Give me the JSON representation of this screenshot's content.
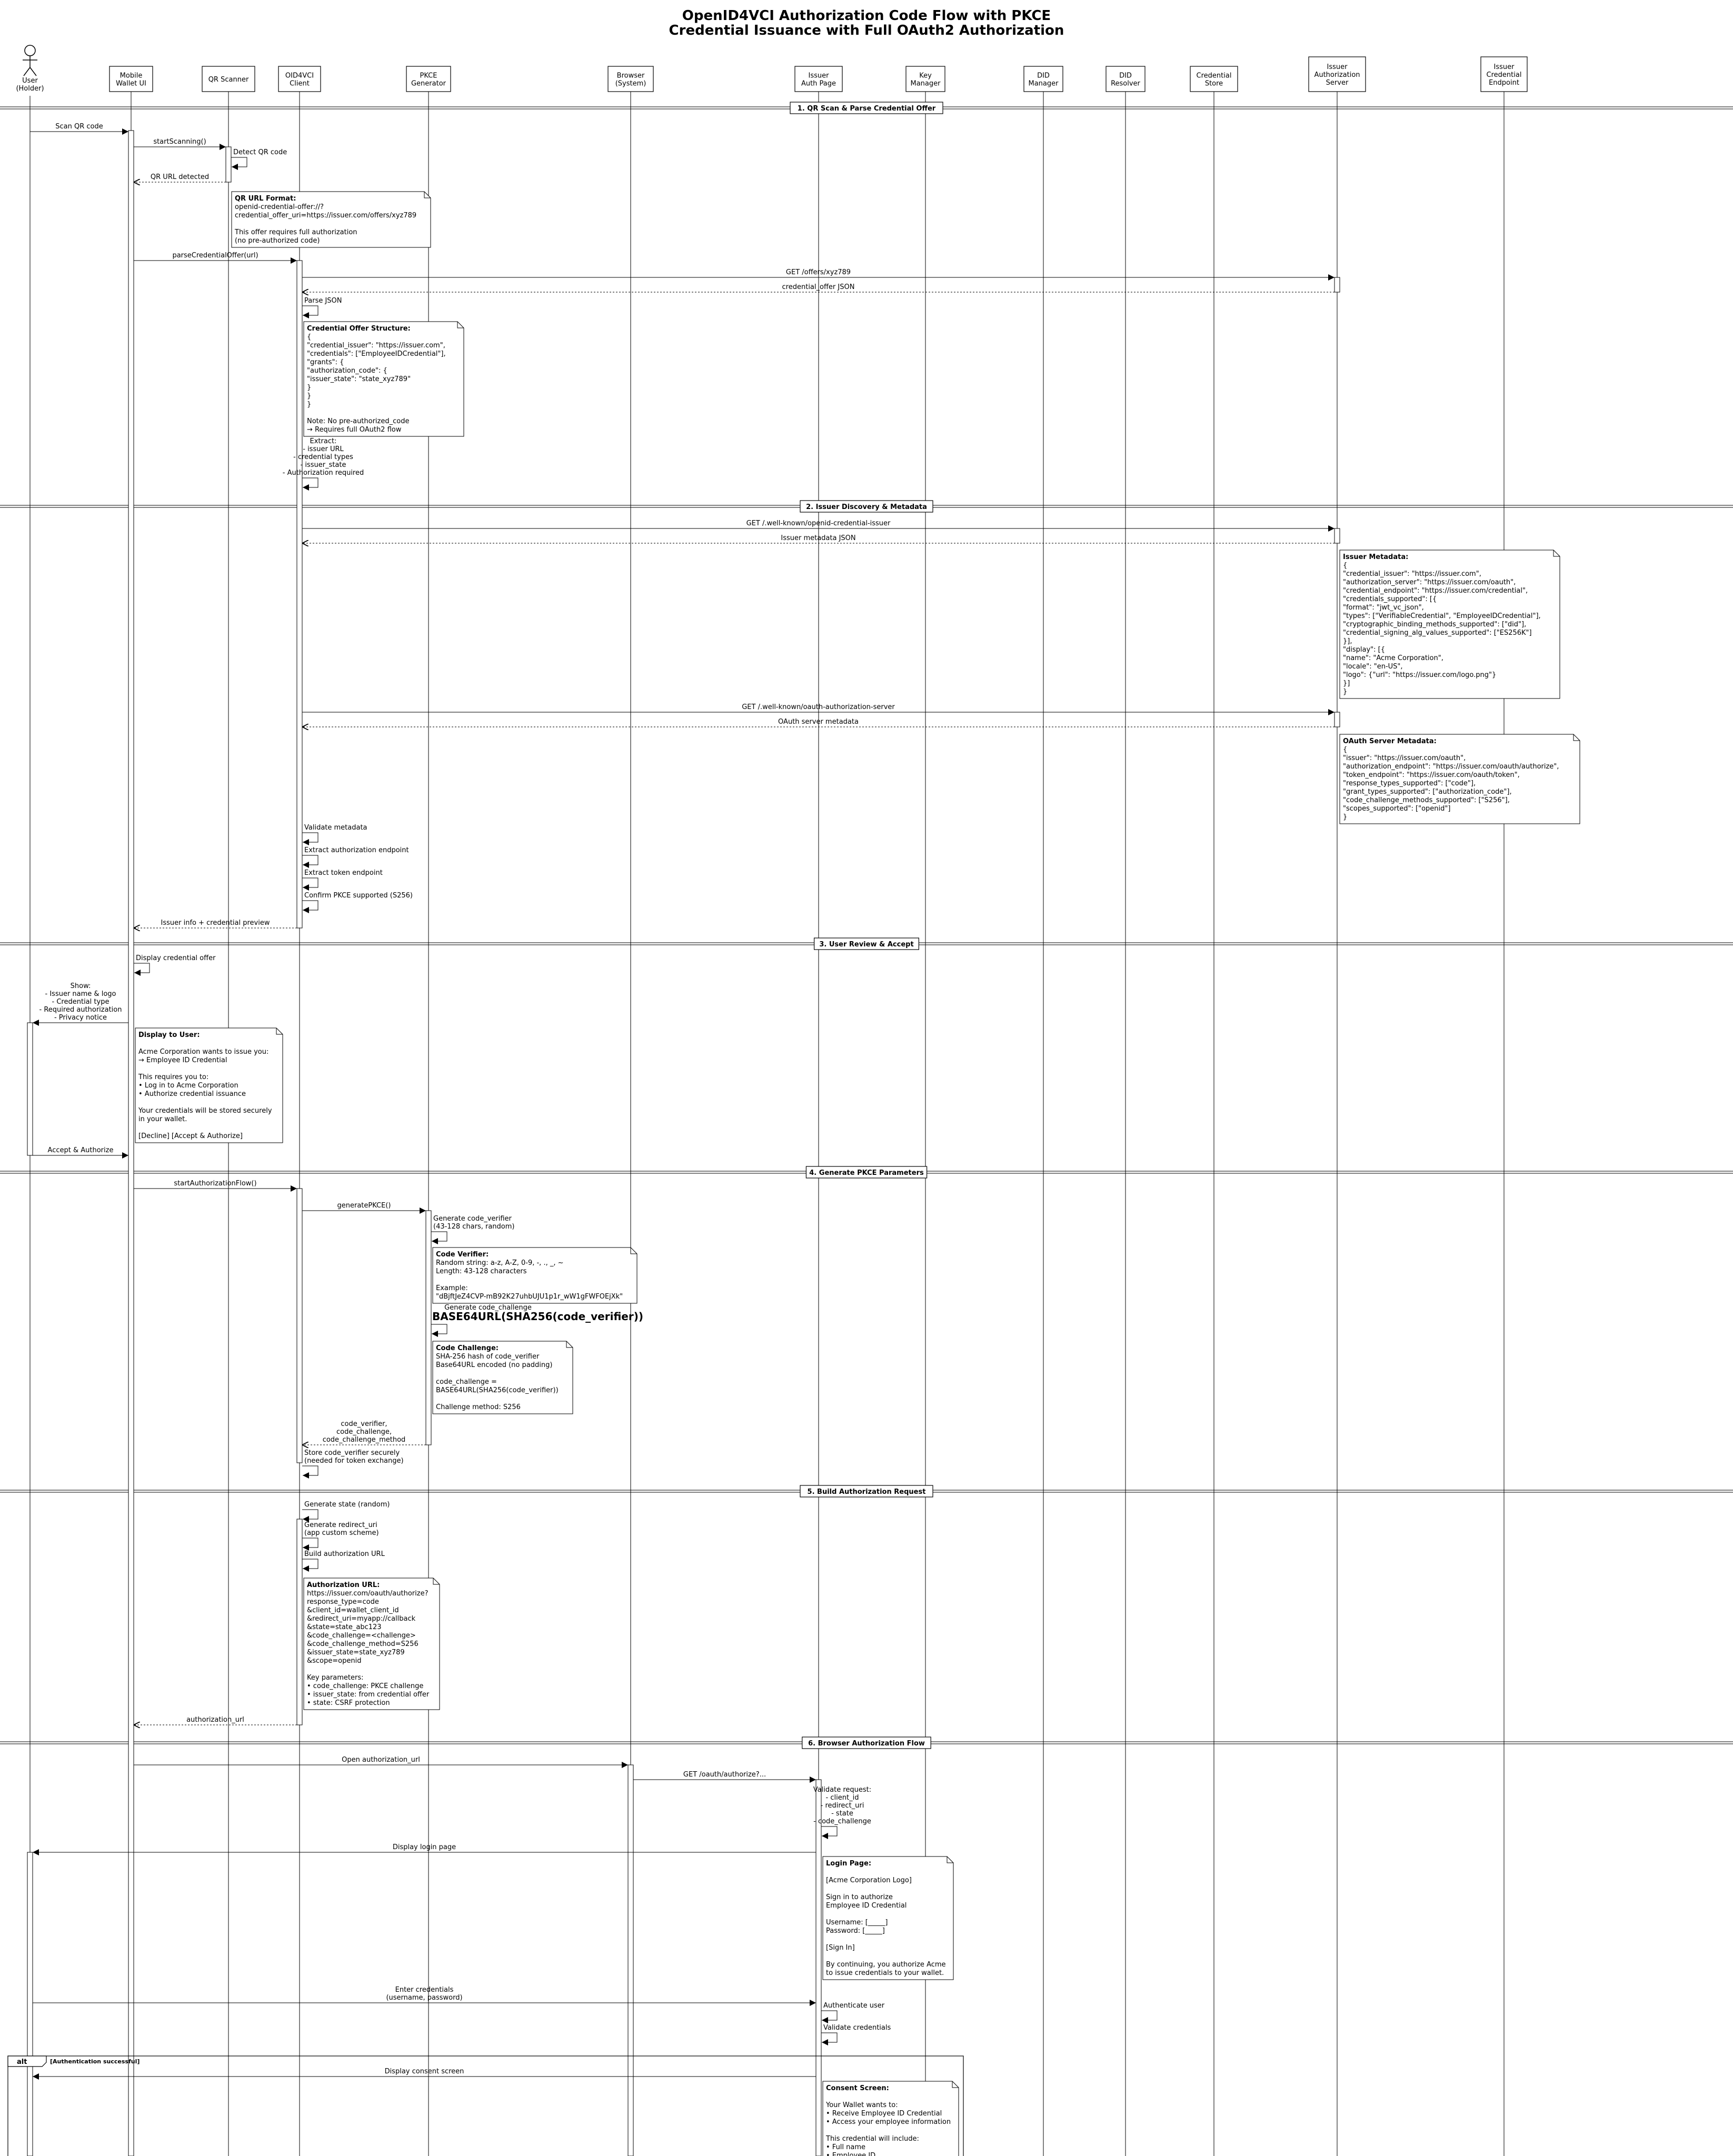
{
  "title": {
    "line1": "OpenID4VCI Authorization Code Flow with PKCE",
    "line2": "Credential Issuance with Full OAuth2 Authorization"
  },
  "participants": [
    {
      "id": "user",
      "type": "actor",
      "lines": [
        "User",
        "(Holder)"
      ]
    },
    {
      "id": "wallet",
      "lines": [
        "Mobile",
        "Wallet UI"
      ]
    },
    {
      "id": "qr",
      "lines": [
        "QR Scanner"
      ]
    },
    {
      "id": "client",
      "lines": [
        "OID4VCI",
        "Client"
      ]
    },
    {
      "id": "pkce",
      "lines": [
        "PKCE",
        "Generator"
      ]
    },
    {
      "id": "browser",
      "lines": [
        "Browser",
        "(System)"
      ]
    },
    {
      "id": "authpage",
      "lines": [
        "Issuer",
        "Auth Page"
      ]
    },
    {
      "id": "keymgr",
      "lines": [
        "Key",
        "Manager"
      ]
    },
    {
      "id": "didmgr",
      "lines": [
        "DID",
        "Manager"
      ]
    },
    {
      "id": "didres",
      "lines": [
        "DID",
        "Resolver"
      ]
    },
    {
      "id": "store",
      "lines": [
        "Credential",
        "Store"
      ]
    },
    {
      "id": "authserver",
      "lines": [
        "Issuer",
        "Authorization",
        "Server"
      ]
    },
    {
      "id": "credendpoint",
      "lines": [
        "Issuer",
        "Credential",
        "Endpoint"
      ]
    }
  ],
  "sections": [
    "1. QR Scan & Parse Credential Offer",
    "2. Issuer Discovery & Metadata",
    "3. User Review & Accept",
    "4. Generate PKCE Parameters",
    "5. Build Authorization Request",
    "6. Browser Authorization Flow"
  ],
  "messages": [
    {
      "from": "user",
      "to": "wallet",
      "lines": [
        "Scan QR code"
      ]
    },
    {
      "from": "wallet",
      "to": "qr",
      "lines": [
        "startScanning()"
      ]
    },
    {
      "self": "qr",
      "lines": [
        "Detect QR code"
      ]
    },
    {
      "from": "qr",
      "to": "wallet",
      "dashed": true,
      "lines": [
        "QR URL detected"
      ]
    },
    {
      "from": "wallet",
      "to": "client",
      "lines": [
        "parseCredentialOffer(url)"
      ]
    },
    {
      "from": "client",
      "to": "authserver",
      "lines": [
        "GET /offers/xyz789"
      ]
    },
    {
      "from": "authserver",
      "to": "client",
      "dashed": true,
      "lines": [
        "credential_offer JSON"
      ]
    },
    {
      "self": "client",
      "lines": [
        "Parse JSON"
      ]
    },
    {
      "self": "client",
      "center": true,
      "lines": [
        "Extract:",
        "- issuer URL",
        "- credential types",
        "- issuer_state",
        "- Authorization required"
      ]
    },
    {
      "from": "client",
      "to": "authserver",
      "lines": [
        "GET /.well-known/openid-credential-issuer"
      ]
    },
    {
      "from": "authserver",
      "to": "client",
      "dashed": true,
      "lines": [
        "Issuer metadata JSON"
      ]
    },
    {
      "from": "client",
      "to": "authserver",
      "lines": [
        "GET /.well-known/oauth-authorization-server"
      ]
    },
    {
      "from": "authserver",
      "to": "client",
      "dashed": true,
      "lines": [
        "OAuth server metadata"
      ]
    },
    {
      "self": "client",
      "lines": [
        "Validate metadata"
      ]
    },
    {
      "self": "client",
      "lines": [
        "Extract authorization endpoint"
      ]
    },
    {
      "self": "client",
      "lines": [
        "Extract token endpoint"
      ]
    },
    {
      "self": "client",
      "lines": [
        "Confirm PKCE supported (S256)"
      ]
    },
    {
      "from": "client",
      "to": "wallet",
      "dashed": true,
      "lines": [
        "Issuer info + credential preview"
      ]
    },
    {
      "self": "wallet",
      "lines": [
        "Display credential offer"
      ]
    },
    {
      "from": "wallet",
      "to": "user",
      "lines": [
        "Show:",
        "- Issuer name & logo",
        "- Credential type",
        "- Required authorization",
        "- Privacy notice"
      ]
    },
    {
      "from": "user",
      "to": "wallet",
      "lines": [
        "Accept & Authorize"
      ]
    },
    {
      "from": "wallet",
      "to": "client",
      "lines": [
        "startAuthorizationFlow()"
      ]
    },
    {
      "from": "client",
      "to": "pkce",
      "lines": [
        "generatePKCE()"
      ]
    },
    {
      "self": "pkce",
      "lines": [
        "Generate code_verifier",
        "(43-128 chars, random)"
      ]
    },
    {
      "self": "pkce",
      "lines": [
        "Generate code_challenge"
      ],
      "big": "BASE64URL(SHA256(code_verifier))"
    },
    {
      "from": "pkce",
      "to": "client",
      "dashed": true,
      "lines": [
        "code_verifier,",
        "code_challenge,",
        "code_challenge_method"
      ]
    },
    {
      "self": "client",
      "lines": [
        "Store code_verifier securely",
        "(needed for token exchange)"
      ]
    },
    {
      "self": "client",
      "lines": [
        "Generate state (random)"
      ]
    },
    {
      "self": "client",
      "lines": [
        "Generate redirect_uri",
        "(app custom scheme)"
      ]
    },
    {
      "self": "client",
      "lines": [
        "Build authorization URL"
      ]
    },
    {
      "from": "client",
      "to": "wallet",
      "dashed": true,
      "lines": [
        "authorization_url"
      ]
    },
    {
      "from": "wallet",
      "to": "browser",
      "lines": [
        "Open authorization_url"
      ]
    },
    {
      "from": "browser",
      "to": "authpage",
      "lines": [
        "GET /oauth/authorize?..."
      ]
    },
    {
      "self": "authpage",
      "center": true,
      "lines": [
        "Validate request:",
        "- client_id",
        "- redirect_uri",
        "- state",
        "- code_challenge"
      ]
    },
    {
      "from": "authpage",
      "to": "user",
      "lines": [
        "Display login page"
      ]
    },
    {
      "from": "user",
      "to": "authpage",
      "lines": [
        "Enter credentials",
        "(username, password)"
      ]
    },
    {
      "self": "authpage",
      "lines": [
        "Authenticate user"
      ]
    },
    {
      "self": "authpage",
      "lines": [
        "Validate credentials"
      ]
    },
    {
      "from": "authpage",
      "to": "user",
      "lines": [
        "Display consent screen"
      ]
    }
  ],
  "notes": [
    {
      "id": "qr_url",
      "title": "QR URL Format:",
      "lines": [
        "openid-credential-offer://?",
        "credential_offer_uri=https://issuer.com/offers/xyz789",
        "",
        "This offer requires full authorization",
        "(no pre-authorized code)"
      ]
    },
    {
      "id": "offer_structure",
      "title": "Credential Offer Structure:",
      "lines": [
        "{",
        "  \"credential_issuer\": \"https://issuer.com\",",
        "  \"credentials\": [\"EmployeeIDCredential\"],",
        "  \"grants\": {",
        "    \"authorization_code\": {",
        "      \"issuer_state\": \"state_xyz789\"",
        "    }",
        "  }",
        "}",
        "",
        "Note: No pre-authorized_code",
        "→ Requires full OAuth2 flow"
      ]
    },
    {
      "id": "issuer_metadata",
      "title": "Issuer Metadata:",
      "lines": [
        "{",
        "  \"credential_issuer\": \"https://issuer.com\",",
        "  \"authorization_server\": \"https://issuer.com/oauth\",",
        "  \"credential_endpoint\": \"https://issuer.com/credential\",",
        "  \"credentials_supported\": [{",
        "    \"format\": \"jwt_vc_json\",",
        "    \"types\": [\"VerifiableCredential\", \"EmployeeIDCredential\"],",
        "    \"cryptographic_binding_methods_supported\": [\"did\"],",
        "    \"credential_signing_alg_values_supported\": [\"ES256K\"]",
        "  }],",
        "  \"display\": [{",
        "    \"name\": \"Acme Corporation\",",
        "    \"locale\": \"en-US\",",
        "    \"logo\": {\"url\": \"https://issuer.com/logo.png\"}",
        "  }]",
        "}"
      ]
    },
    {
      "id": "oauth_metadata",
      "title": "OAuth Server Metadata:",
      "lines": [
        "{",
        "  \"issuer\": \"https://issuer.com/oauth\",",
        "  \"authorization_endpoint\": \"https://issuer.com/oauth/authorize\",",
        "  \"token_endpoint\": \"https://issuer.com/oauth/token\",",
        "  \"response_types_supported\": [\"code\"],",
        "  \"grant_types_supported\": [\"authorization_code\"],",
        "  \"code_challenge_methods_supported\": [\"S256\"],",
        "  \"scopes_supported\": [\"openid\"]",
        "}"
      ]
    },
    {
      "id": "display_user",
      "title": "Display to User:",
      "lines": [
        "",
        "Acme Corporation wants to issue you:",
        "→ Employee ID Credential",
        "",
        "This requires you to:",
        "• Log in to Acme Corporation",
        "• Authorize credential issuance",
        "",
        "Your credentials will be stored securely",
        "in your wallet.",
        "",
        "[Decline] [Accept & Authorize]"
      ]
    },
    {
      "id": "code_verifier",
      "title": "Code Verifier:",
      "lines": [
        "Random string: a-z, A-Z, 0-9, -, ., _, ~",
        "Length: 43-128 characters",
        "",
        "Example:",
        "\"dBjftJeZ4CVP-mB92K27uhbUJU1p1r_wW1gFWFOEjXk\""
      ]
    },
    {
      "id": "code_challenge",
      "title": "Code Challenge:",
      "lines": [
        "SHA-256 hash of code_verifier",
        "Base64URL encoded (no padding)",
        "",
        "code_challenge =",
        "  BASE64URL(SHA256(code_verifier))",
        "",
        "Challenge method: S256"
      ]
    },
    {
      "id": "auth_url",
      "title": "Authorization URL:",
      "lines": [
        "https://issuer.com/oauth/authorize?",
        "  response_type=code",
        "  &client_id=wallet_client_id",
        "  &redirect_uri=myapp://callback",
        "  &state=state_abc123",
        "  &code_challenge=<challenge>",
        "  &code_challenge_method=S256",
        "  &issuer_state=state_xyz789",
        "  &scope=openid",
        "",
        "Key parameters:",
        "• code_challenge: PKCE challenge",
        "• issuer_state: from credential offer",
        "• state: CSRF protection"
      ]
    },
    {
      "id": "login_page",
      "title": "Login Page:",
      "lines": [
        "",
        "[Acme Corporation Logo]",
        "",
        "Sign in to authorize",
        "Employee ID Credential",
        "",
        "Username: [_____]",
        "Password: [_____]",
        "",
        "[Sign In]",
        "",
        "By continuing, you authorize Acme",
        "to issue credentials to your wallet."
      ]
    },
    {
      "id": "consent",
      "title": "Consent Screen:",
      "lines": [
        "",
        "Your Wallet wants to:",
        "• Receive Employee ID Credential",
        "• Access your employee information",
        "",
        "This credential will include:",
        "• Full name",
        "• Employee ID"
      ]
    }
  ],
  "alt": {
    "label": "alt",
    "condition": "[Authentication successful]"
  }
}
